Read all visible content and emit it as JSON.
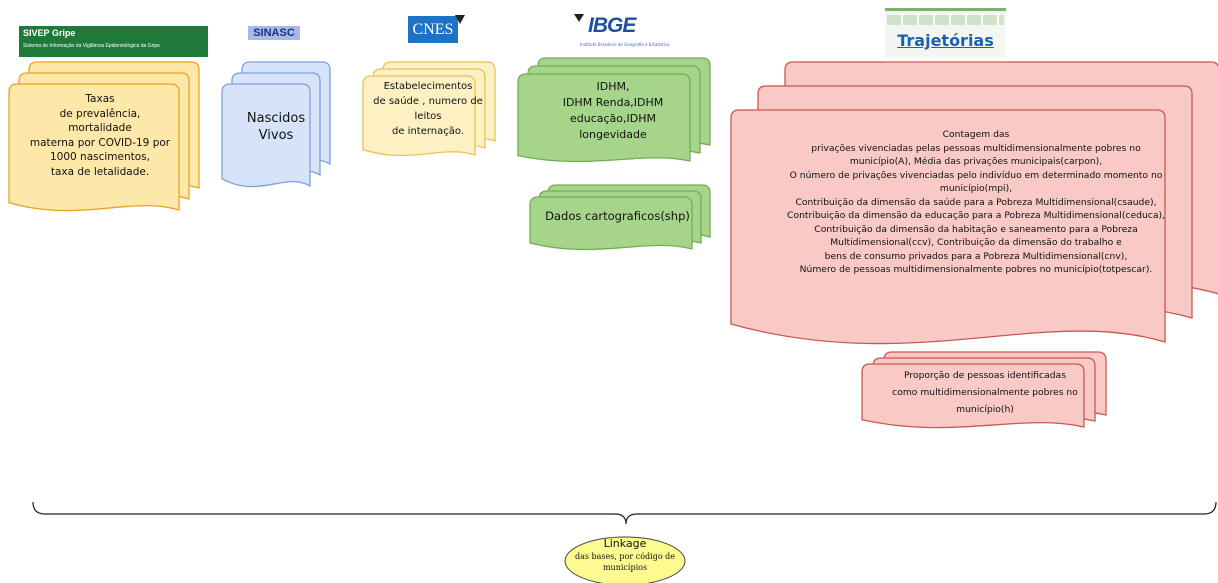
{
  "logos": {
    "sivep_title": "SIVEP Gripe",
    "sivep_subtitle": "Sistema de Informação da Vigilância Epidemiológica da Gripe",
    "sinasc": "SINASC",
    "cnes": "CNES",
    "ibge": "IBGE",
    "ibge_subtitle": "Instituto Brasileiro de Geografia e Estatística",
    "trajetorias": "Trajetórias"
  },
  "documents": {
    "sivep_text": "Taxas\nde prevalência,\nmortalidade\nmaterna por COVID-19 por\n1000 nascimentos,\ntaxa de letalidade.",
    "sinasc_text": "Nascidos\nVivos",
    "cnes_text": "Estabelecimentos\nde saúde , numero de\nleitos\nde internação.",
    "ibge_idhm_text": "IDHM,\nIDHM Renda,IDHM\neducação,IDHM\nlongevidade",
    "ibge_shp_text": "Dados cartograficos(shp)",
    "traj_main_text": "Contagem das\nprivações vivenciadas pelas pessoas multidimensionalmente pobres no\nmunicípio(A), Média das privações municipais(carpon),\nO número de privações vivenciadas pelo indivíduo em determinado momento no\nmunicípio(mpi),\nContribuição da dimensão da saúde para a Pobreza Multidimensional(csaude),\nContribuição da dimensão da educação para a Pobreza Multidimensional(ceduca),\nContribuição da dimensão da habitação e saneamento para a Pobreza\nMultidimensional(ccv), Contribuição da dimensão do trabalho e\nbens de consumo privados para a Pobreza Multidimensional(cnv),\nNúmero de pessoas multidimensionalmente pobres no município(totpescar).",
    "traj_small_text": "Proporção de pessoas identificadas\ncomo multidimensionalmente pobres no\nmunicípio(h)"
  },
  "linkage": {
    "title": "Linkage",
    "subtitle": "das bases, por código de\nmunicípios"
  },
  "colors": {
    "orange_fill": "#fde7a9",
    "orange_stroke": "#e8a325",
    "blue_fill": "#d6e3f8",
    "blue_stroke": "#7da1dc",
    "cream_fill": "#fdf1c4",
    "cream_stroke": "#e6c35a",
    "green_fill": "#a6d48a",
    "green_stroke": "#6fae55",
    "red_fill": "#f8c9c5",
    "red_stroke": "#c65a52",
    "linkage_fill": "#fdfb90"
  }
}
